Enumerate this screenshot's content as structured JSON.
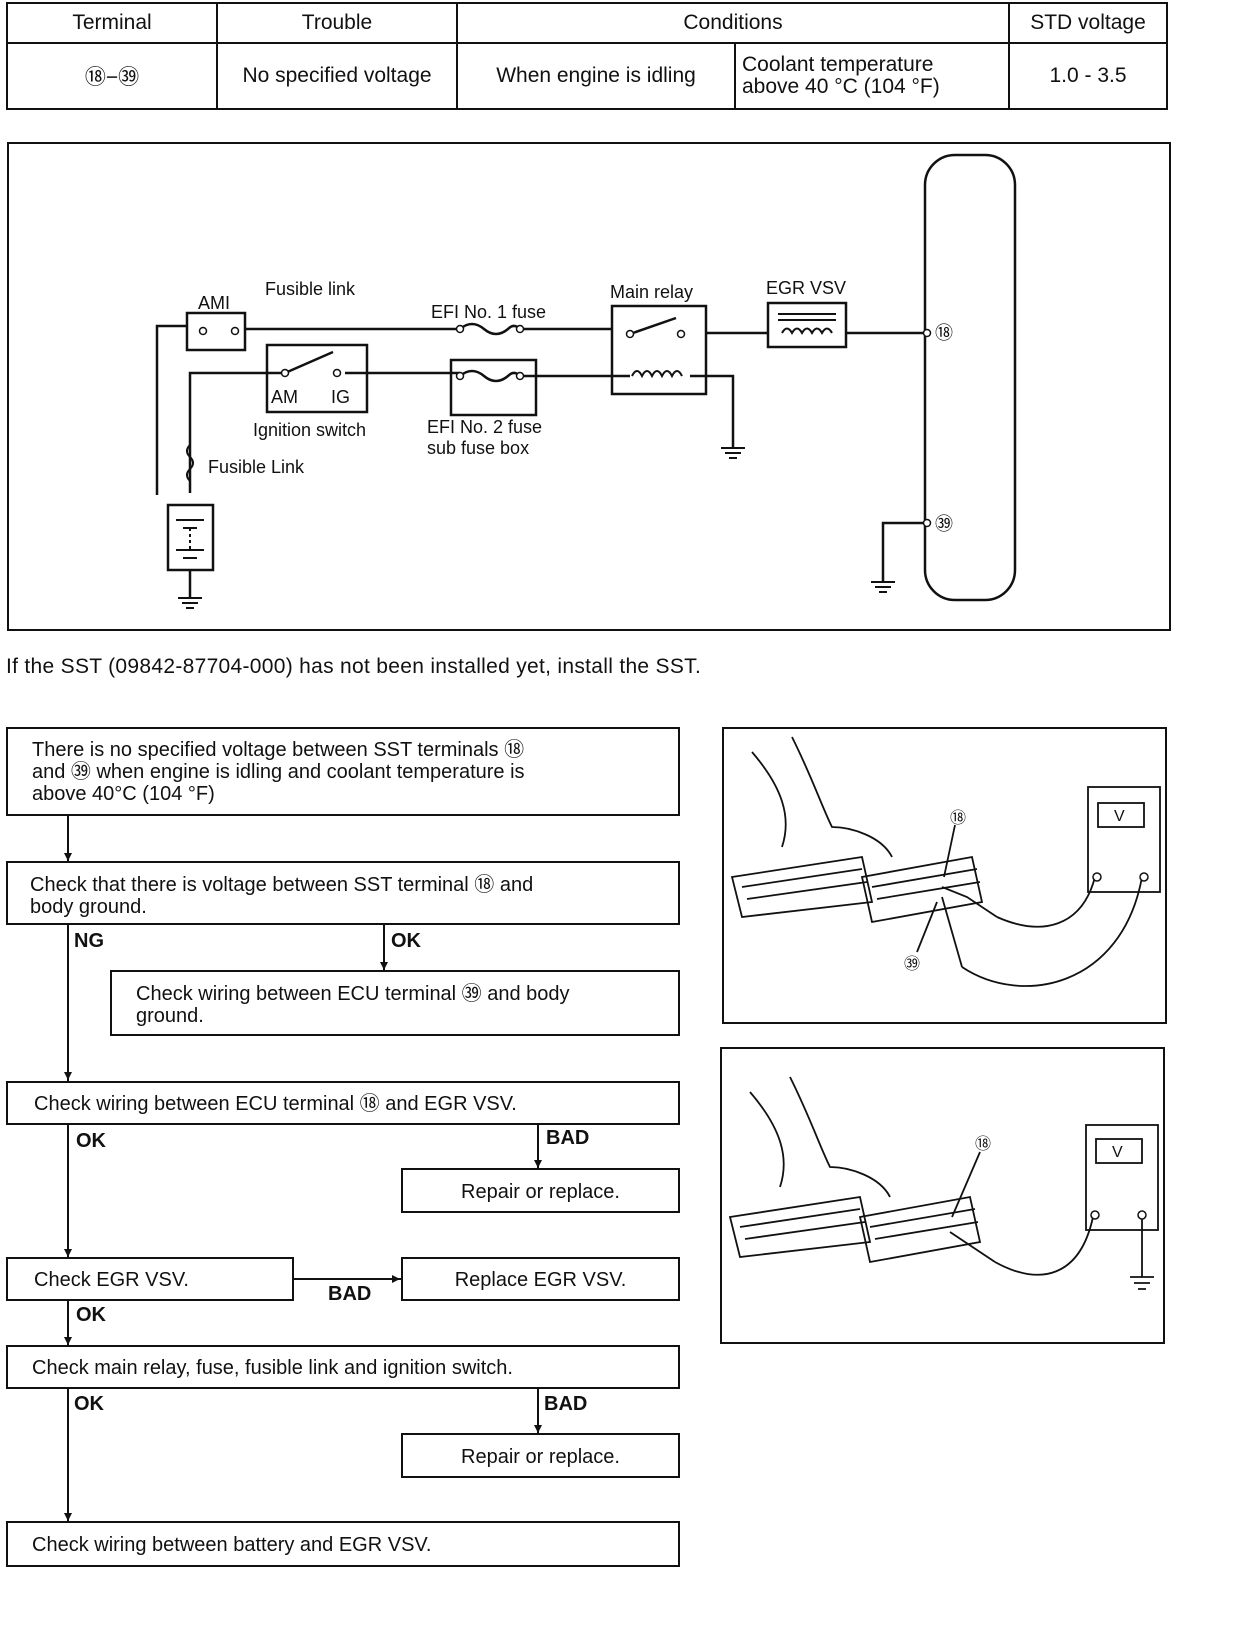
{
  "table": {
    "headers": [
      "Terminal",
      "Trouble",
      "Conditions",
      "STD voltage"
    ],
    "row": {
      "terminal": "⑱−㊴",
      "trouble": "No specified voltage",
      "condition_1": "When engine is idling",
      "condition_2_line1": "Coolant temperature",
      "condition_2_line2": "above 40 °C (104 °F)",
      "std_voltage": "1.0 - 3.5"
    }
  },
  "wiring_diagram": {
    "ami": "AMI",
    "fusible_link_top": "Fusible link",
    "efi1": "EFI No. 1 fuse",
    "main_relay": "Main relay",
    "egr_vsv": "EGR VSV",
    "am": "AM",
    "ig": "IG",
    "ignition_switch": "Ignition switch",
    "efi2_line1": "EFI No. 2 fuse",
    "efi2_line2": "sub fuse box",
    "fusible_link_bottom": "Fusible Link",
    "terminal_18": "⑱",
    "terminal_39": "㊴"
  },
  "instruction": "If the SST (09842-87704-000) has not been installed yet, install the SST.",
  "flowchart": {
    "box1_line1": "There is no specified voltage between SST terminals ⑱",
    "box1_line2": "and ㊴ when engine is idling and coolant temperature is",
    "box1_line3": "above 40°C (104 °F)",
    "box2_line1": "Check that there is voltage between SST terminal ⑱ and",
    "box2_line2": "body ground.",
    "ng": "NG",
    "ok_a": "OK",
    "box3_line1": "Check wiring between ECU terminal ㊴ and body",
    "box3_line2": "ground.",
    "box4": "Check wiring between ECU terminal ⑱ and EGR VSV.",
    "ok_b": "OK",
    "bad_a": "BAD",
    "box5": "Repair or replace.",
    "box6": "Check EGR VSV.",
    "bad_b": "BAD",
    "box7": "Replace EGR VSV.",
    "ok_c": "OK",
    "box8": "Check main relay, fuse, fusible link and ignition switch.",
    "ok_d": "OK",
    "bad_c": "BAD",
    "box9": "Repair or replace.",
    "box10": "Check wiring between battery and EGR VSV."
  },
  "illustrations": {
    "meter_label_1": "V",
    "terminal_18_a": "⑱",
    "terminal_39_a": "㊴",
    "meter_label_2": "V",
    "terminal_18_b": "⑱"
  }
}
